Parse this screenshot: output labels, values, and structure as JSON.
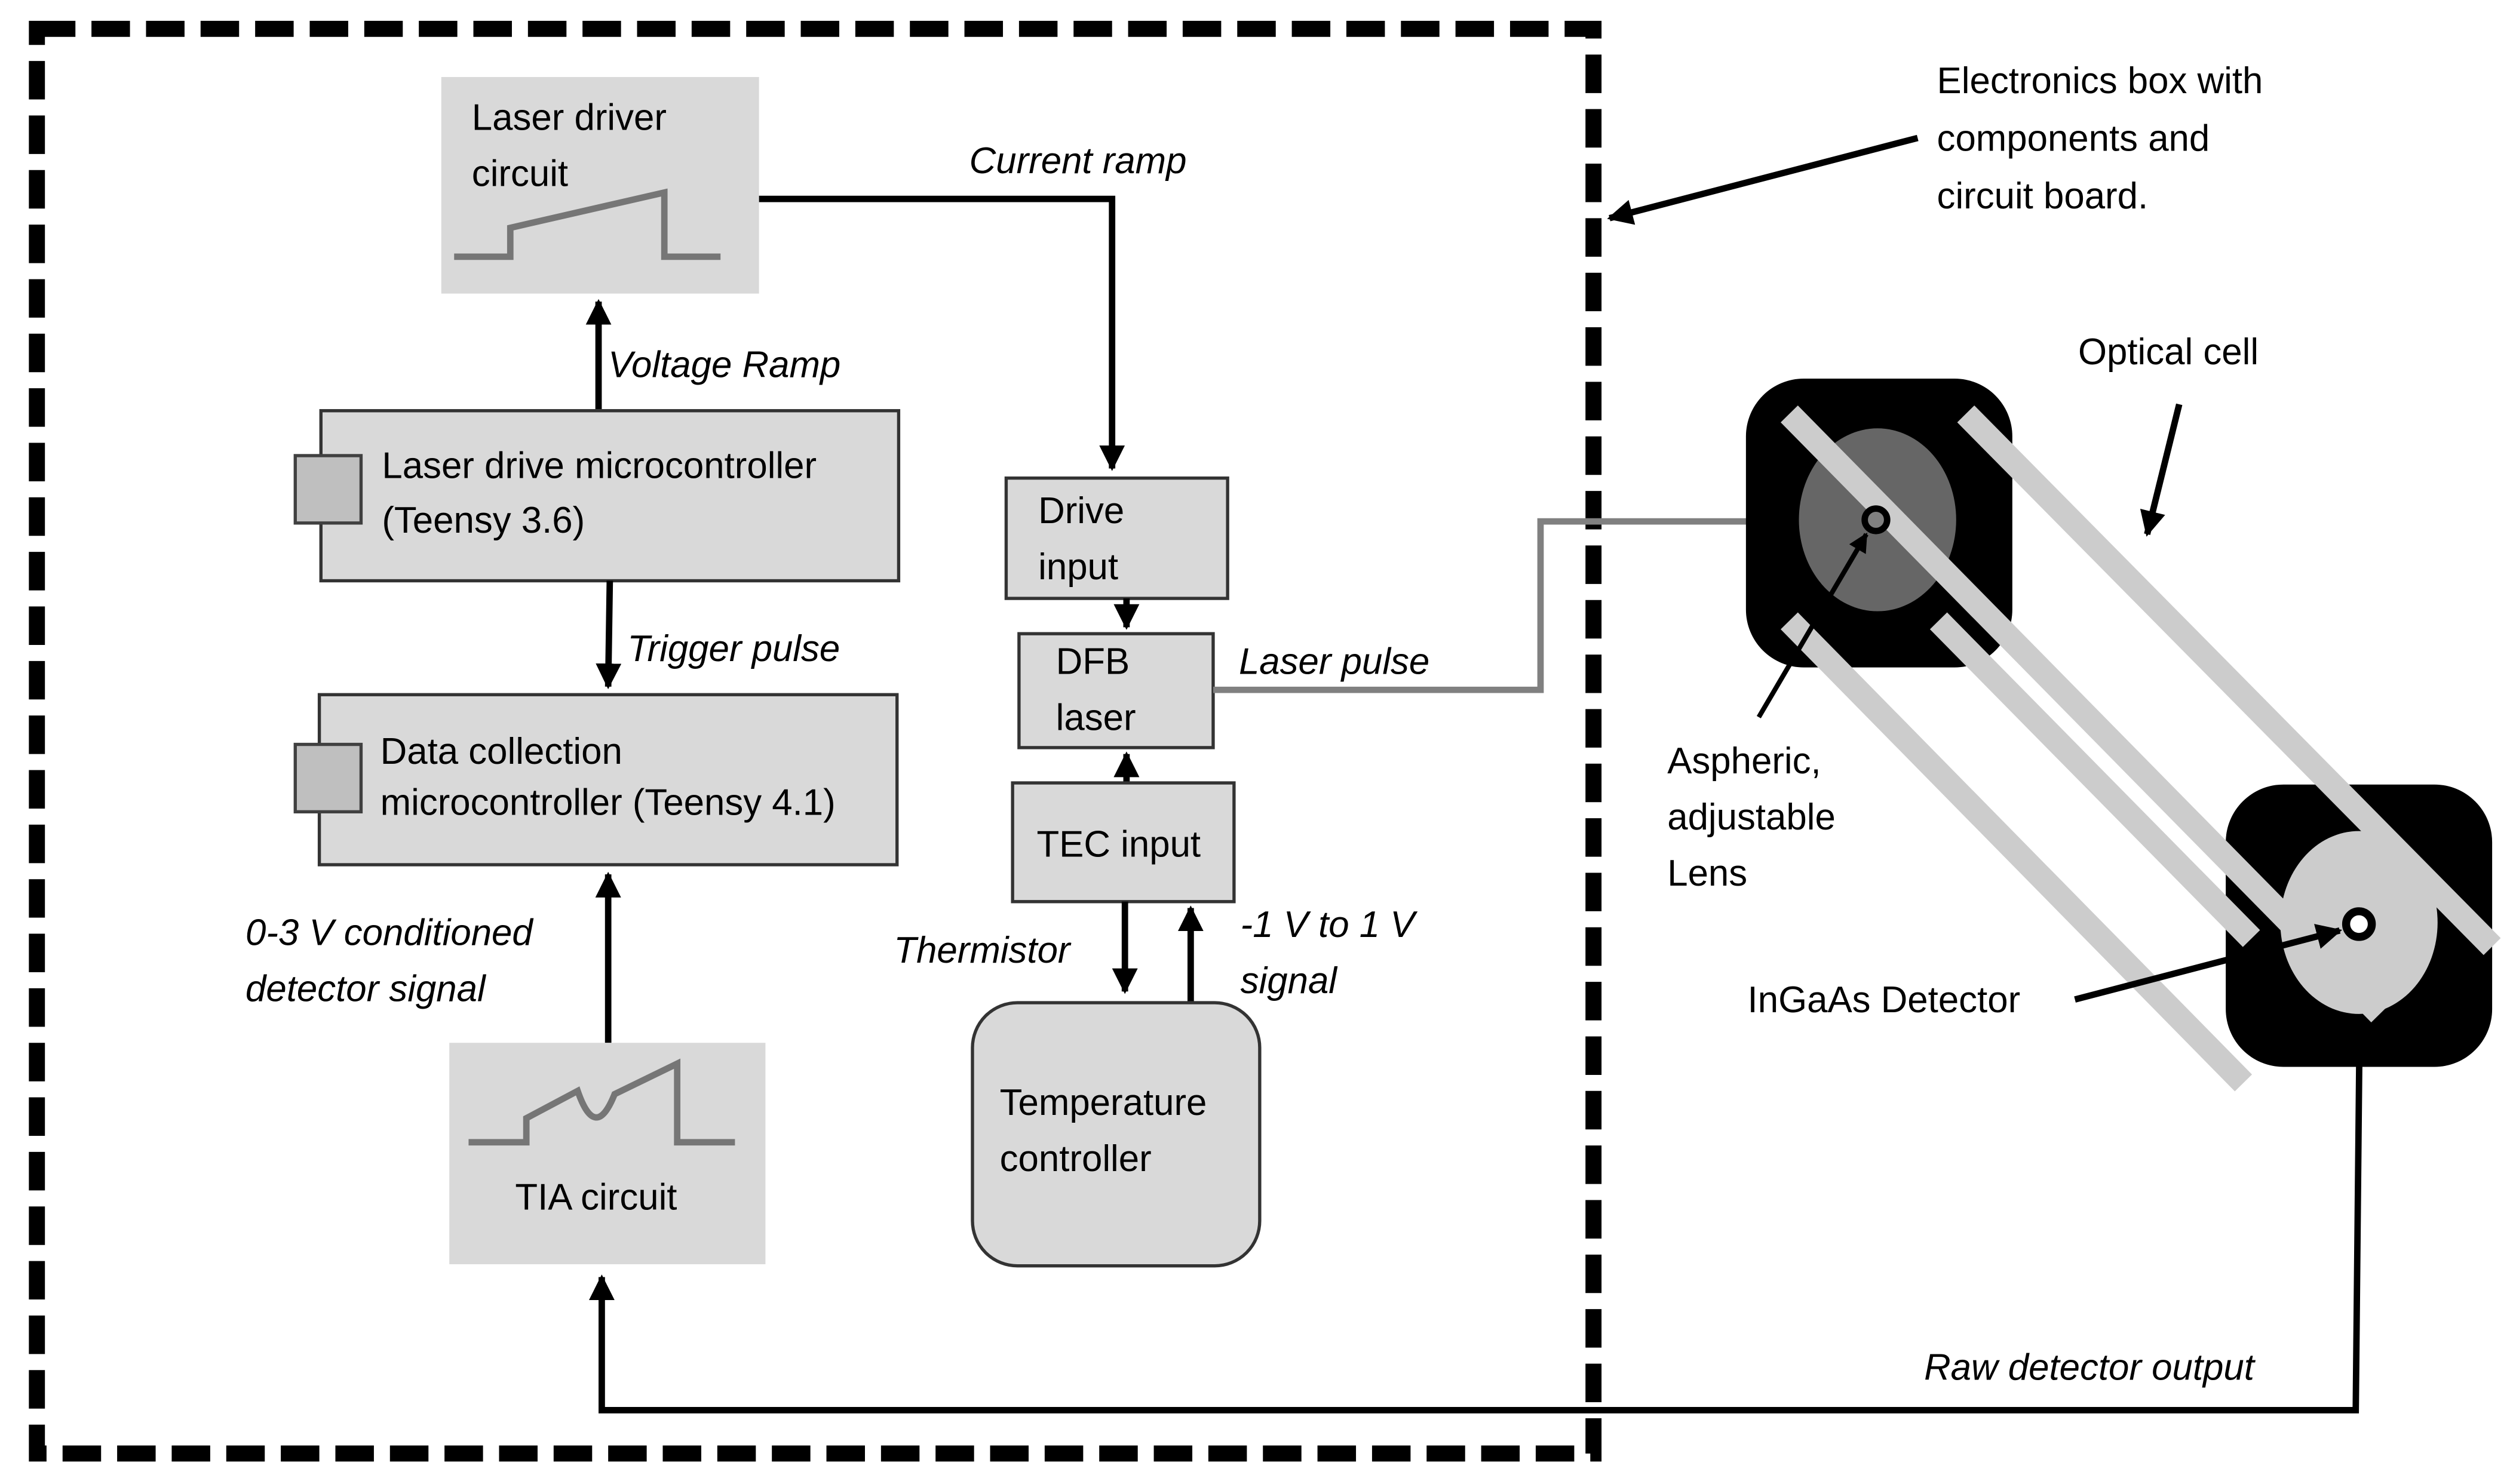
{
  "diagram": {
    "title": "Electronics and optical cell schematic",
    "electronics_box_label": [
      "Electronics box with",
      "components and",
      "circuit board."
    ],
    "blocks": {
      "laser_driver": [
        "Laser driver",
        "circuit"
      ],
      "laser_drive_mcu": [
        "Laser drive microcontroller",
        "(Teensy 3.6)"
      ],
      "data_collection_mcu": [
        "Data collection",
        "microcontroller (Teensy 4.1)"
      ],
      "tia": [
        "TIA circuit"
      ],
      "drive_input": [
        "Drive",
        "input"
      ],
      "dfb_laser": [
        "DFB",
        "laser"
      ],
      "tec_input": [
        "TEC input"
      ],
      "temperature_controller": [
        "Temperature",
        "controller"
      ]
    },
    "signals": {
      "current_ramp": "Current ramp",
      "voltage_ramp": "Voltage Ramp",
      "trigger_pulse": "Trigger pulse",
      "conditioned_signal": [
        "0-3 V conditioned",
        "detector signal"
      ],
      "laser_pulse": "Laser pulse",
      "thermistor": "Thermistor",
      "tec_signal": [
        "-1 V to 1 V",
        "signal"
      ],
      "raw_output": "Raw detector output"
    },
    "optics": {
      "optical_cell": "Optical cell",
      "lens_label": [
        "Aspheric,",
        "adjustable",
        "Lens"
      ],
      "detector_label": "InGaAs Detector"
    },
    "colors": {
      "block_fill": "#d9d9d9",
      "chip_fill": "#bfbfbf",
      "waveform": "#767676",
      "laser_beam": "#808080",
      "optical_path": "#cccccc",
      "lens": "#666666",
      "mount": "#000000"
    }
  }
}
